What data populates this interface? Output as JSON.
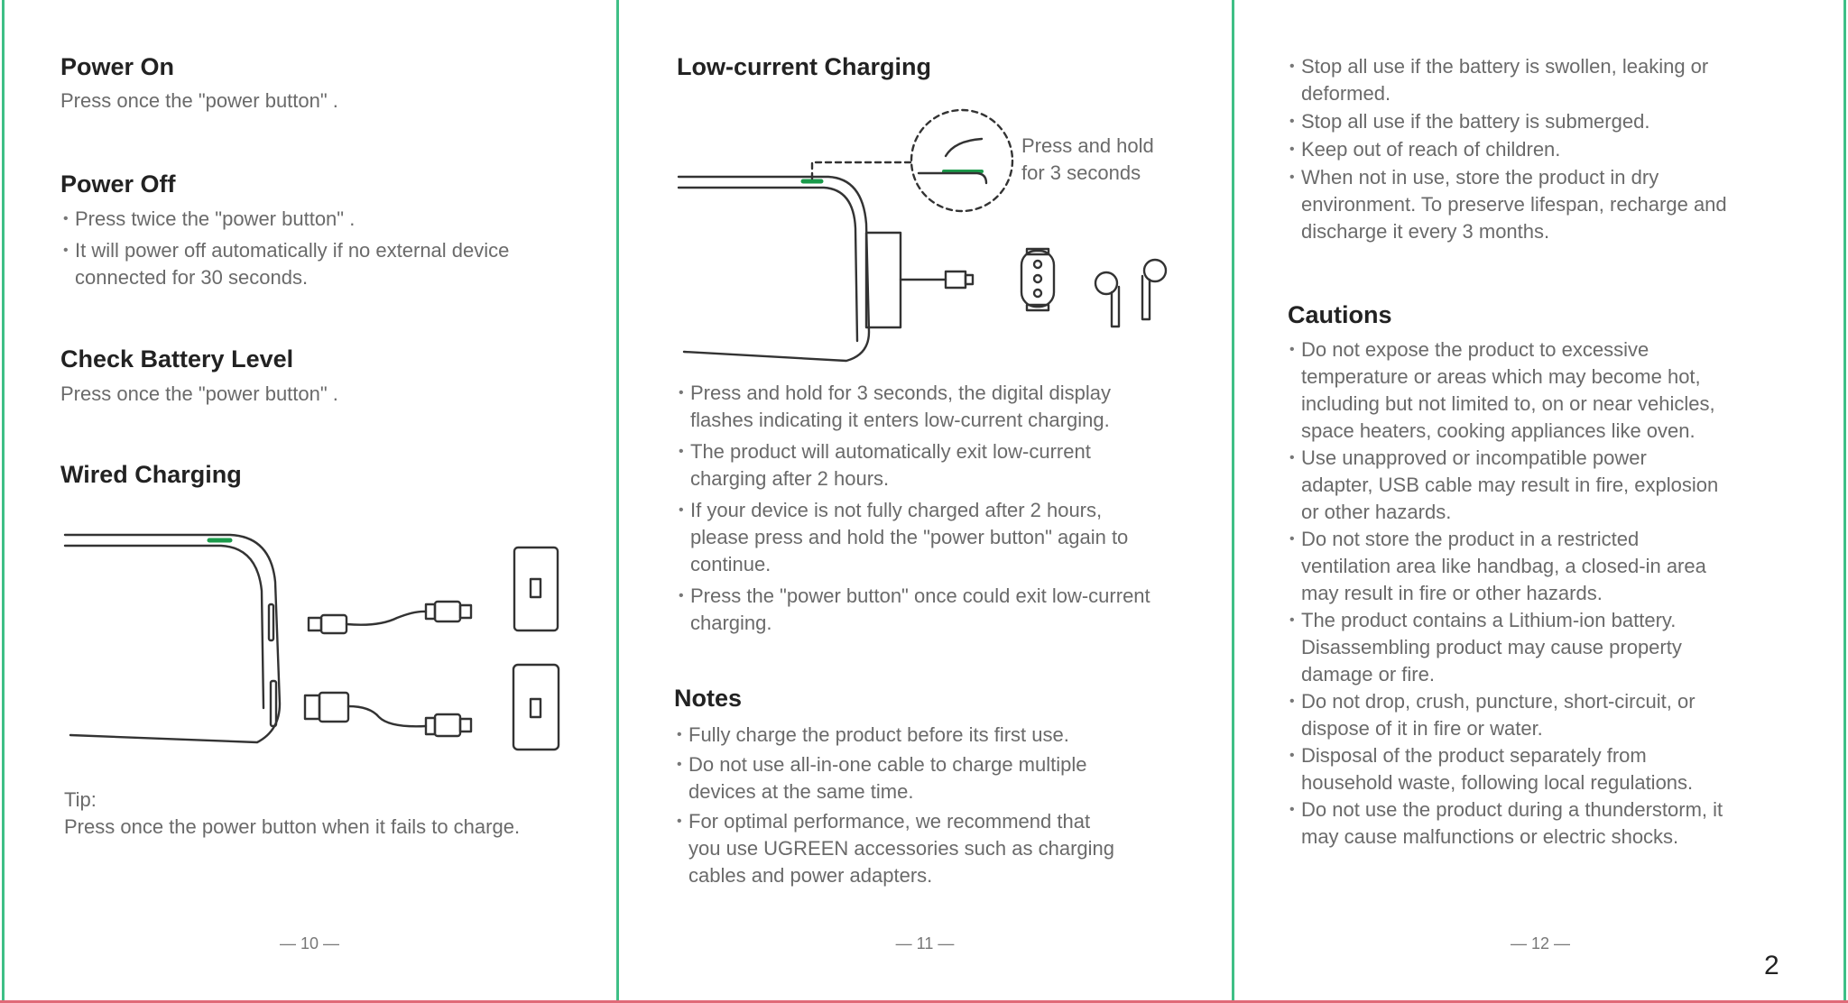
{
  "colors": {
    "accent": "#3fbf86",
    "border_bottom": "#e06a78",
    "led": "#1a9a4a"
  },
  "panel_10": {
    "power_on": {
      "heading": "Power On",
      "lines": [
        "Press once the \"power button\" ."
      ]
    },
    "power_off": {
      "heading": "Power Off",
      "bullets": [
        [
          "Press twice the \"power button\" ."
        ],
        [
          "It will power off automatically if no external device",
          "connected for 30 seconds."
        ]
      ]
    },
    "check_battery": {
      "heading": "Check Battery Level",
      "lines": [
        "Press once the \"power button\" ."
      ]
    },
    "wired_charging": {
      "heading": "Wired Charging"
    },
    "tip": {
      "lines": [
        "Tip:",
        "Press once the power button when it fails to charge."
      ]
    },
    "page_number": "— 10 —"
  },
  "panel_11": {
    "low_current": {
      "heading": "Low-current Charging",
      "callout": [
        "Press and hold",
        "for 3 seconds"
      ],
      "bullets": [
        [
          "Press and hold for 3 seconds, the digital display",
          "flashes indicating it enters low-current charging."
        ],
        [
          "The product will automatically exit low-current",
          "charging after 2 hours."
        ],
        [
          "If your device is not fully charged after 2 hours,",
          "please press and hold the \"power button\" again to",
          "continue."
        ],
        [
          "Press the \"power button\" once could exit low-current",
          "charging."
        ]
      ]
    },
    "notes": {
      "heading": "Notes",
      "bullets": [
        [
          "Fully charge the product before its first use."
        ],
        [
          "Do not use all-in-one cable to charge multiple",
          "devices at the same time."
        ],
        [
          "For optimal performance, we recommend that",
          "you use UGREEN accessories such as charging",
          "cables and power adapters."
        ]
      ]
    },
    "page_number": "— 11 —"
  },
  "panel_12": {
    "storage": {
      "bullets": [
        [
          "Stop all use if the battery is swollen, leaking or",
          "deformed."
        ],
        [
          "Stop all use if the battery is submerged."
        ],
        [
          "Keep out of reach of children."
        ],
        [
          "When not in use, store the product in dry",
          "environment. To preserve lifespan, recharge and",
          "discharge it every 3 months."
        ]
      ]
    },
    "cautions": {
      "heading": "Cautions",
      "bullets": [
        [
          "Do not expose the product to excessive",
          "temperature or areas which may become hot,",
          "including but not limited to, on or near vehicles,",
          "space heaters, cooking appliances like oven."
        ],
        [
          "Use unapproved or incompatible power",
          "adapter, USB cable may result in fire, explosion",
          "or other hazards."
        ],
        [
          "Do not store the product in a restricted",
          "ventilation area like handbag, a closed-in area",
          "may result in fire or other hazards."
        ],
        [
          "The product contains a Lithium-ion battery.",
          "Disassembling product may cause property",
          "damage or fire."
        ],
        [
          "Do not drop, crush, puncture, short-circuit, or",
          "dispose of it in fire or water."
        ],
        [
          "Disposal of the product separately from",
          "household waste, following local regulations."
        ],
        [
          "Do not use the product during a thunderstorm, it",
          "may cause malfunctions or electric shocks."
        ]
      ]
    },
    "page_number": "— 12 —"
  },
  "sheet_number": "2"
}
